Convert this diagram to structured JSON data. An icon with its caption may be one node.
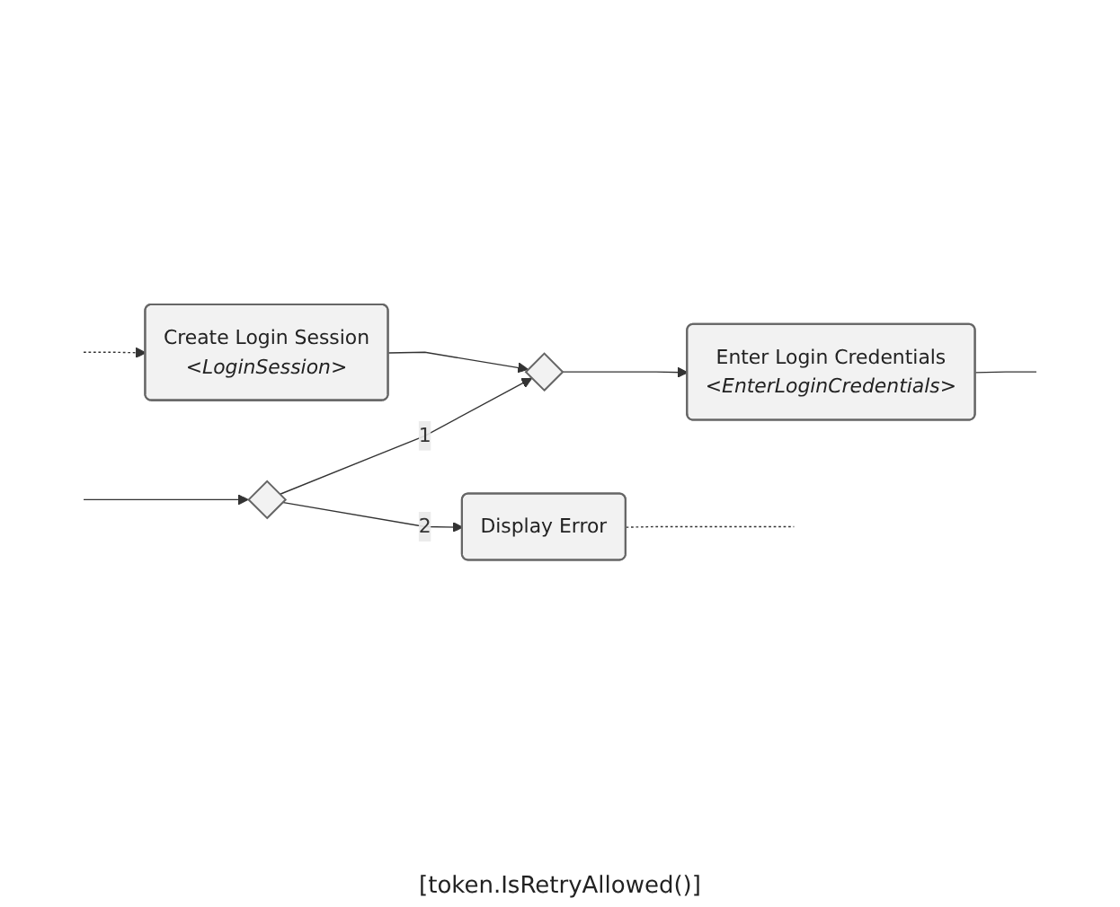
{
  "diagram": {
    "nodes": [
      {
        "text": [
          "Create Login Session",
          "<LoginSession>"
        ]
      },
      {
        "text": [],
        "shape": "diamond"
      },
      {
        "text": [
          "Enter Login Credentials",
          "<EnterLoginCredentials>"
        ]
      },
      {
        "text": [],
        "shape": "diamond"
      },
      {
        "text": [
          "Display Error"
        ]
      }
    ],
    "edges": [
      {
        "from": null,
        "to": 0,
        "arrow": "to",
        "style": "dashed"
      },
      {
        "from": 0,
        "to": 1,
        "arrow": "to"
      },
      {
        "from": 1,
        "to": 2,
        "arrow": "to"
      },
      {
        "from": 2,
        "to": null,
        "arrow": "none"
      },
      {
        "from": null,
        "to": 3,
        "arrow": "to"
      },
      {
        "from": 3,
        "to": 1,
        "arrow": "to",
        "label": "1"
      },
      {
        "from": 3,
        "to": 4,
        "arrow": "to",
        "label": "2"
      },
      {
        "from": 4,
        "to": null,
        "arrow": "none",
        "style": "dashed"
      }
    ],
    "labels": [
      "[token.IsRetryAllowed()]"
    ]
  }
}
